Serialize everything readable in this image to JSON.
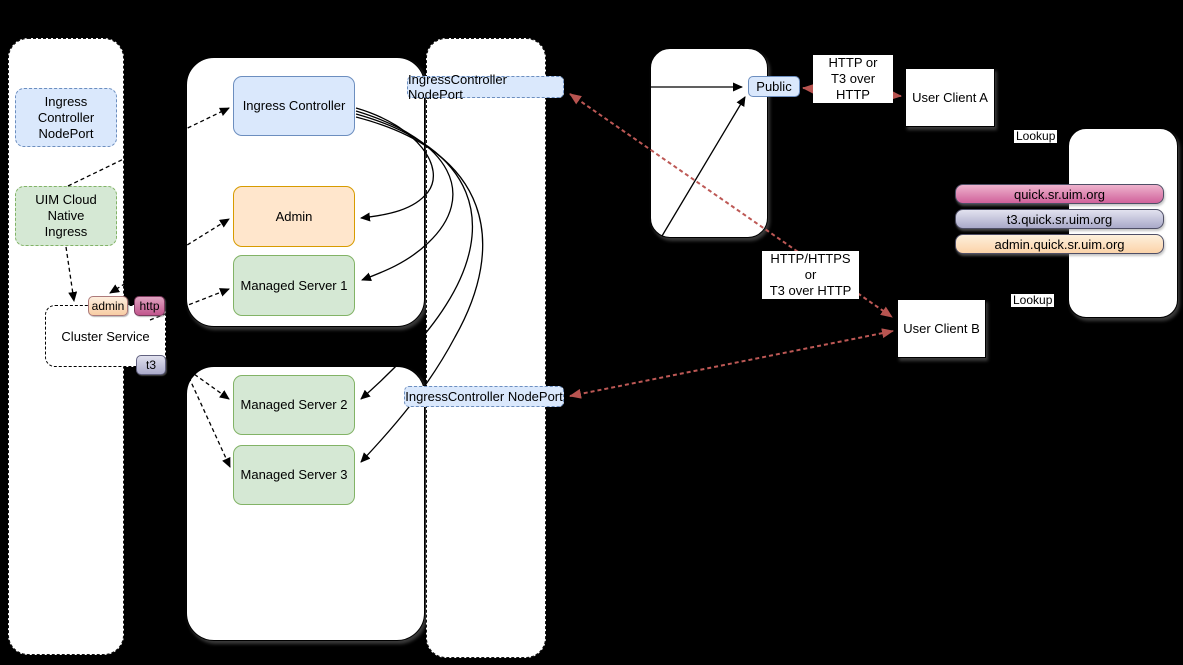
{
  "master": {
    "nodeport_service": "Ingress\nController\nNodePort",
    "uim_ingress": "UIM Cloud Native\nIngress",
    "cluster_service": "Cluster Service",
    "port_admin": "admin",
    "port_http": "http",
    "port_t3": "t3"
  },
  "worker1": {
    "ingress_controller": "Ingress Controller",
    "admin_server": "Admin",
    "managed_server_1": "Managed Server 1"
  },
  "worker2": {
    "managed_server_2": "Managed Server 2",
    "managed_server_3": "Managed Server 3"
  },
  "nodeport_labels": {
    "top": "IngressController NodePort",
    "bottom": "IngressController NodePort"
  },
  "load_balancer": {
    "public": "Public"
  },
  "clients": {
    "a": "User Client A",
    "b": "User Client B"
  },
  "edges": {
    "client_a_protocol": "HTTP or\nT3 over HTTP",
    "client_b_protocol": "HTTP/HTTPS or\nT3 over HTTP",
    "lookup_a": "Lookup",
    "lookup_b": "Lookup"
  },
  "dns": {
    "records": [
      {
        "label": "quick.sr.uim.org",
        "color": "#d983ab"
      },
      {
        "label": "t3.quick.sr.uim.org",
        "color": "#bcbcd8"
      },
      {
        "label": "admin.quick.sr.uim.org",
        "color": "#fcdcba"
      }
    ]
  },
  "colors": {
    "background": "#000000",
    "blue_fill": "#dae8fc",
    "blue_stroke": "#6c8ebf",
    "green_fill": "#d5e8d4",
    "green_stroke": "#82b366",
    "orange_fill": "#ffe6cc",
    "orange_stroke": "#d79b00",
    "red_arrow": "#b85450"
  }
}
